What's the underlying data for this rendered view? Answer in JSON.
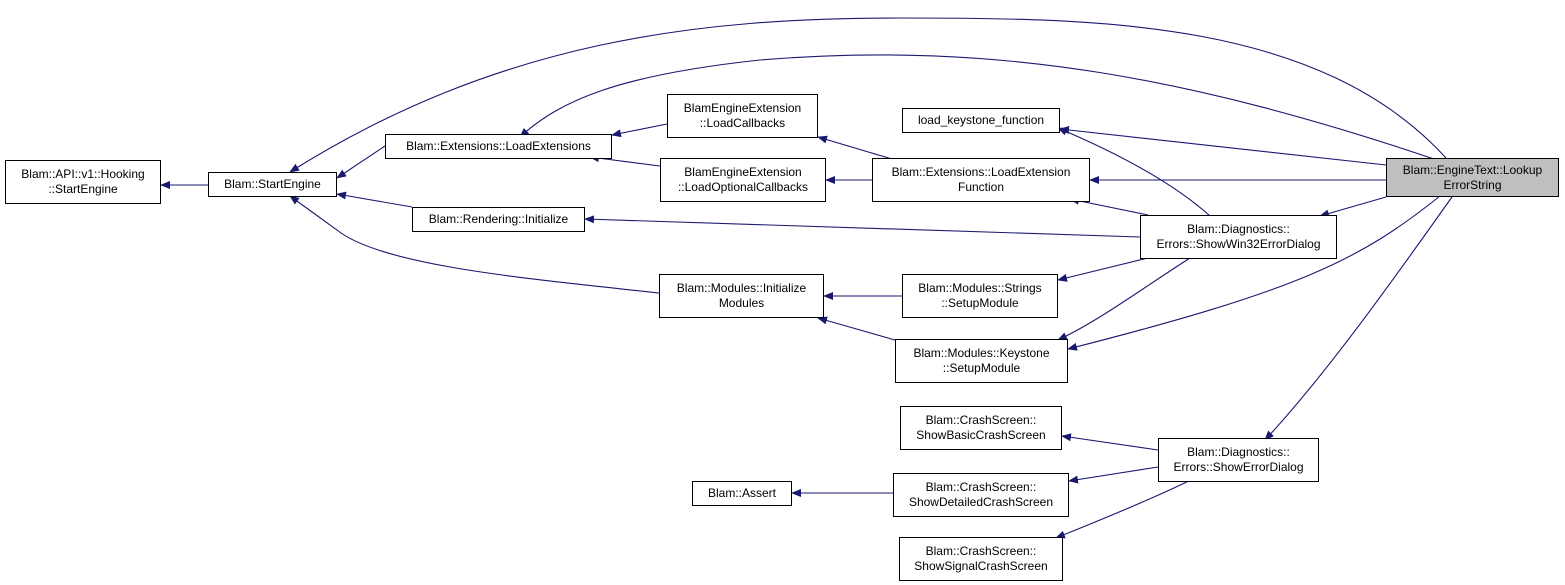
{
  "colors": {
    "edge": "#191970",
    "node_border": "#000000",
    "node_fill": "#ffffff",
    "target_fill": "#bfbfbf"
  },
  "nodes": {
    "hooking_start": {
      "lines": [
        "Blam::API::v1::Hooking",
        "::StartEngine"
      ]
    },
    "start_engine": {
      "lines": [
        "Blam::StartEngine"
      ]
    },
    "load_extensions": {
      "lines": [
        "Blam::Extensions::LoadExtensions"
      ]
    },
    "rendering_init": {
      "lines": [
        "Blam::Rendering::Initialize"
      ]
    },
    "load_callbacks": {
      "lines": [
        "BlamEngineExtension",
        "::LoadCallbacks"
      ]
    },
    "load_optional": {
      "lines": [
        "BlamEngineExtension",
        "::LoadOptionalCallbacks"
      ]
    },
    "modules_init": {
      "lines": [
        "Blam::Modules::Initialize",
        "Modules"
      ]
    },
    "load_keystone": {
      "lines": [
        "load_keystone_function"
      ]
    },
    "load_ext_function": {
      "lines": [
        "Blam::Extensions::LoadExtension",
        "Function"
      ]
    },
    "strings_setup": {
      "lines": [
        "Blam::Modules::Strings",
        "::SetupModule"
      ]
    },
    "keystone_setup": {
      "lines": [
        "Blam::Modules::Keystone",
        "::SetupModule"
      ]
    },
    "win32_dialog": {
      "lines": [
        "Blam::Diagnostics::",
        "Errors::ShowWin32ErrorDialog"
      ]
    },
    "basic_crash": {
      "lines": [
        "Blam::CrashScreen::",
        "ShowBasicCrashScreen"
      ]
    },
    "assert": {
      "lines": [
        "Blam::Assert"
      ]
    },
    "detailed_crash": {
      "lines": [
        "Blam::CrashScreen::",
        "ShowDetailedCrashScreen"
      ]
    },
    "signal_crash": {
      "lines": [
        "Blam::CrashScreen::",
        "ShowSignalCrashScreen"
      ]
    },
    "error_dialog": {
      "lines": [
        "Blam::Diagnostics::",
        "Errors::ShowErrorDialog"
      ]
    },
    "lookup_error": {
      "lines": [
        "Blam::EngineText::Lookup",
        "ErrorString"
      ]
    }
  }
}
